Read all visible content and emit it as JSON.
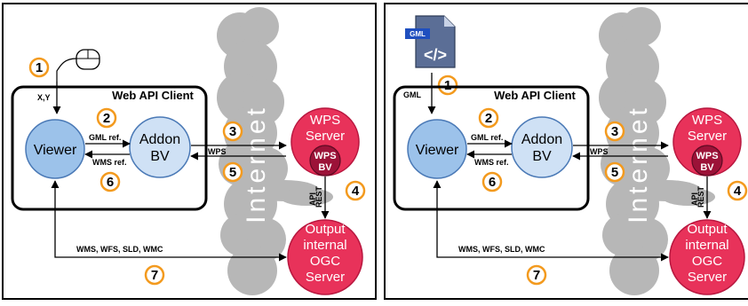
{
  "panels": [
    {
      "input": {
        "type": "mouse",
        "arrow_label": "X,Y",
        "icon": "mouse-icon"
      },
      "client_title": "Web API Client",
      "viewer": "Viewer",
      "addon": [
        "Addon",
        "BV"
      ],
      "gml_ref": "GML ref.",
      "wms_ref": "WMS ref.",
      "wps": "WPS",
      "wps_server": [
        "WPS",
        "Server"
      ],
      "wps_bv": [
        "WPS",
        "BV"
      ],
      "rest_api": [
        "REST",
        "API"
      ],
      "output_server": [
        "Output",
        "internal",
        "OGC",
        "Server"
      ],
      "services": "WMS, WFS, SLD, WMC",
      "internet": "Internet",
      "steps": [
        "1",
        "2",
        "3",
        "4",
        "5",
        "6",
        "7"
      ]
    },
    {
      "input": {
        "type": "gml-file",
        "arrow_label": "GML",
        "icon": "gml-file-icon",
        "badge": "GML",
        "glyph": "</>"
      },
      "client_title": "Web API Client",
      "viewer": "Viewer",
      "addon": [
        "Addon",
        "BV"
      ],
      "gml_ref": "GML ref.",
      "wms_ref": "WMS ref.",
      "wps": "WPS",
      "wps_server": [
        "WPS",
        "Server"
      ],
      "wps_bv": [
        "WPS",
        "BV"
      ],
      "rest_api": [
        "REST",
        "API"
      ],
      "output_server": [
        "Output",
        "internal",
        "OGC",
        "Server"
      ],
      "services": "WMS, WFS, SLD, WMC",
      "internet": "Internet",
      "steps": [
        "1",
        "2",
        "3",
        "4",
        "5",
        "6",
        "7"
      ]
    }
  ],
  "colors": {
    "viewer_fill": "#9cc2ea",
    "addon_fill": "#cfe1f5",
    "server_fill": "#e8325a",
    "wps_bv_fill": "#9c1238",
    "step_ring": "#f39a1e",
    "cloud": "#b7b7b7"
  }
}
